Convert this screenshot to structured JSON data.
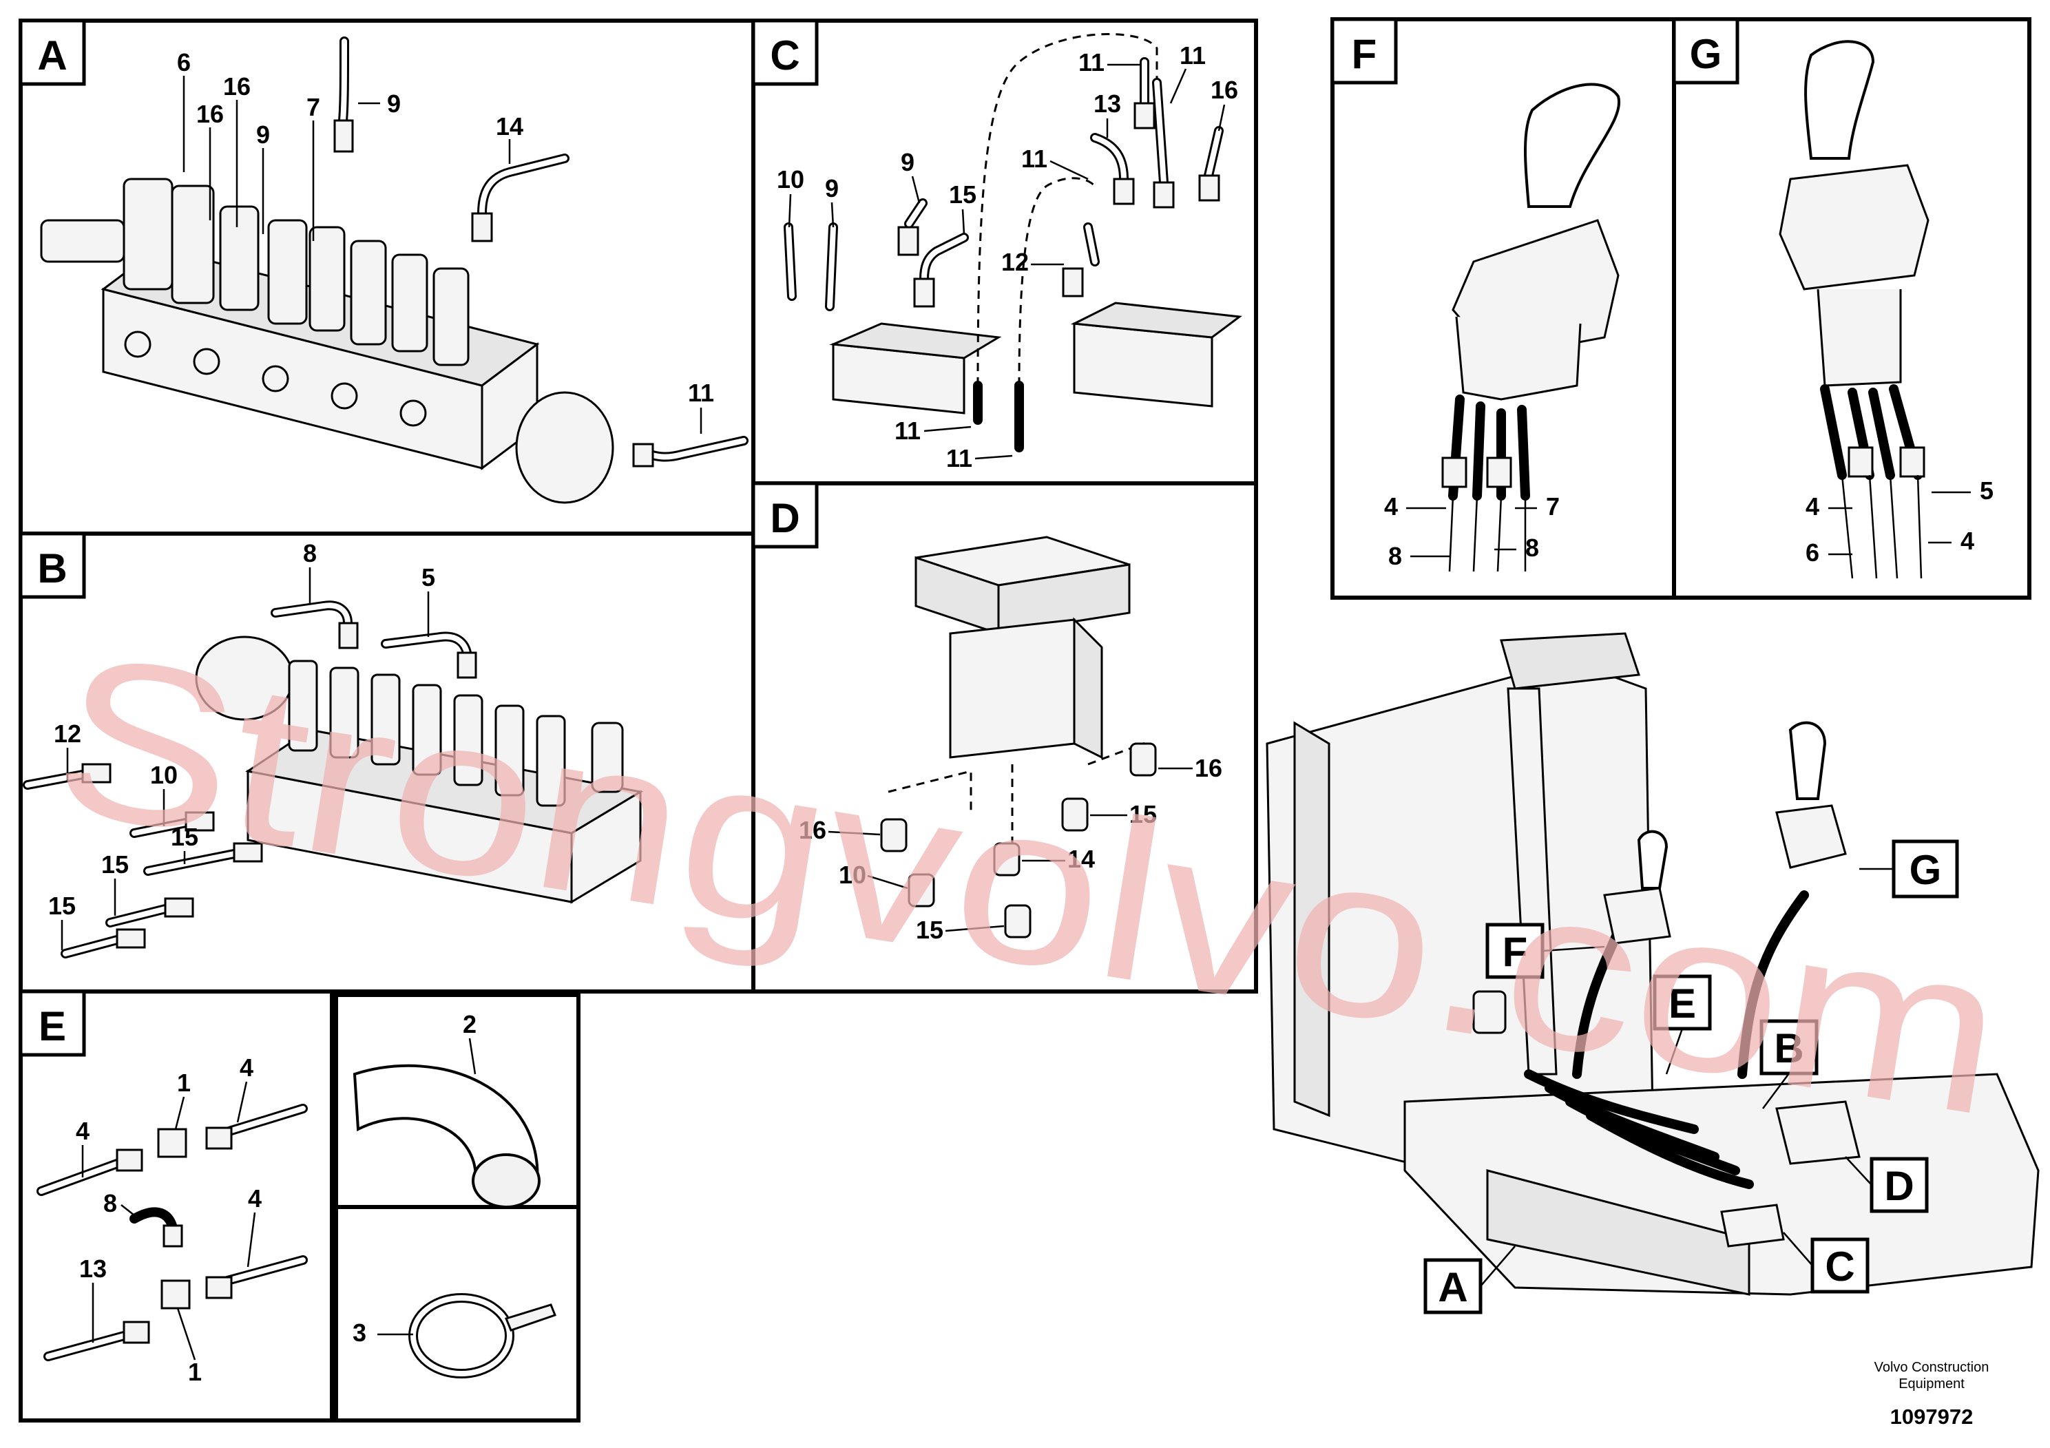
{
  "panels": {
    "A": {
      "tag": "A",
      "labels": [
        "6",
        "16",
        "16",
        "9",
        "7",
        "9",
        "14",
        "11"
      ]
    },
    "B": {
      "tag": "B",
      "labels": [
        "8",
        "5",
        "12",
        "10",
        "15",
        "15",
        "15"
      ]
    },
    "C": {
      "tag": "C",
      "labels": [
        "11",
        "11",
        "13",
        "16",
        "11",
        "10",
        "9",
        "9",
        "15",
        "12",
        "11",
        "11"
      ]
    },
    "D": {
      "tag": "D",
      "labels": [
        "16",
        "16",
        "15",
        "14",
        "10",
        "15"
      ]
    },
    "E": {
      "tag": "E",
      "labels": [
        "1",
        "4",
        "4",
        "8",
        "4",
        "13",
        "1"
      ]
    },
    "F": {
      "tag": "F",
      "labels": [
        "4",
        "7",
        "8",
        "8"
      ]
    },
    "G": {
      "tag": "G",
      "labels": [
        "4",
        "5",
        "6",
        "4"
      ]
    },
    "hose_panel": {
      "labels": [
        "2"
      ]
    },
    "tie_panel": {
      "labels": [
        "3"
      ]
    }
  },
  "overview": {
    "callouts": [
      "F",
      "E",
      "G",
      "B",
      "D",
      "A",
      "C"
    ]
  },
  "watermark": "Strongvolvo.com",
  "footer": {
    "brand_line1": "Volvo Construction",
    "brand_line2": "Equipment",
    "doc_number": "1097972"
  }
}
